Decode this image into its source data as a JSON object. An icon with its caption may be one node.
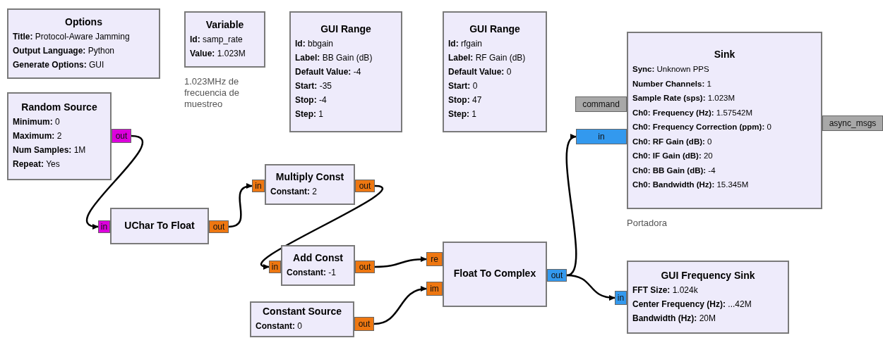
{
  "diagram": {
    "nodes": [
      {
        "text": [
          "Options",
          "**Title:** Protocol-Aware Jamming",
          "**Output Language:** Python",
          "**Generate Options:** GUI"
        ]
      },
      {
        "text": [
          "Variable",
          "**Id:** samp_rate",
          "**Value:** 1.023M"
        ],
        "beside": [
          "1.023MHz de frecuencia de muestreo"
        ]
      },
      {
        "text": [
          "GUI Range",
          "**Id:** bbgain",
          "**Label:** BB Gain (dB)",
          "**Default Value:** -4",
          "**Start:** -35",
          "**Stop:** -4",
          "**Step:** 1"
        ]
      },
      {
        "text": [
          "GUI Range",
          "**Id:** rfgain",
          "**Label:** RF Gain (dB)",
          "**Default Value:** 0",
          "**Start:** 0",
          "**Stop:** 47",
          "**Step:** 1"
        ]
      },
      {
        "text": [
          "Sink",
          "**Sync:** Unknown PPS",
          "**Number Channels:** 1",
          "**Sample Rate (sps):** 1.023M",
          "**Ch0: Frequency (Hz):** 1.57542M",
          "**Ch0: Frequency Correction (ppm):** 0",
          "**Ch0: RF Gain (dB):** 0",
          "**Ch0: IF Gain (dB):** 20",
          "**Ch0: BB Gain (dB):** -4",
          "**Ch0: Bandwidth (Hz):** 15.345M"
        ],
        "beside": [
          "Portadora"
        ]
      },
      {
        "text": [
          "command"
        ]
      },
      {
        "text": [
          "async_msgs"
        ]
      },
      {
        "text": [
          "in"
        ]
      },
      {
        "text": [
          "Random Source",
          "**Minimum:** 0",
          "**Maximum:** 2",
          "**Num Samples:** 1M",
          "**Repeat:** Yes"
        ]
      },
      {
        "text": [
          "out"
        ]
      },
      {
        "text": [
          "Multiply Const",
          "**Constant:** 2"
        ]
      },
      {
        "text": [
          "in"
        ]
      },
      {
        "text": [
          "out"
        ]
      },
      {
        "text": [
          "UChar To Float"
        ]
      },
      {
        "text": [
          "in"
        ]
      },
      {
        "text": [
          "out"
        ]
      },
      {
        "text": [
          "Add Const",
          "**Constant:** -1"
        ]
      },
      {
        "text": [
          "in"
        ]
      },
      {
        "text": [
          "out"
        ]
      },
      {
        "text": [
          "Float To Complex"
        ]
      },
      {
        "text": [
          "re"
        ]
      },
      {
        "text": [
          "im"
        ]
      },
      {
        "text": [
          "out"
        ]
      },
      {
        "text": [
          "GUI Frequency Sink",
          "**FFT Size:** 1.024k",
          "**Center Frequency (Hz):** ...42M",
          "**Bandwidth (Hz):** 20M"
        ]
      },
      {
        "text": [
          "in"
        ]
      },
      {
        "text": [
          "Constant Source",
          "**Constant:** 0"
        ]
      },
      {
        "text": [
          "out"
        ]
      }
    ],
    "edges": [
      {
        "from": 9,
        "to": 14,
        "arrow": "to"
      },
      {
        "from": 15,
        "to": 11,
        "arrow": "to"
      },
      {
        "from": 12,
        "to": 17,
        "arrow": "to"
      },
      {
        "from": 18,
        "to": 20,
        "arrow": "to"
      },
      {
        "from": 26,
        "to": 21,
        "arrow": "to"
      },
      {
        "from": 22,
        "to": 7,
        "arrow": "to"
      },
      {
        "from": 22,
        "to": 24,
        "arrow": "to"
      }
    ]
  }
}
